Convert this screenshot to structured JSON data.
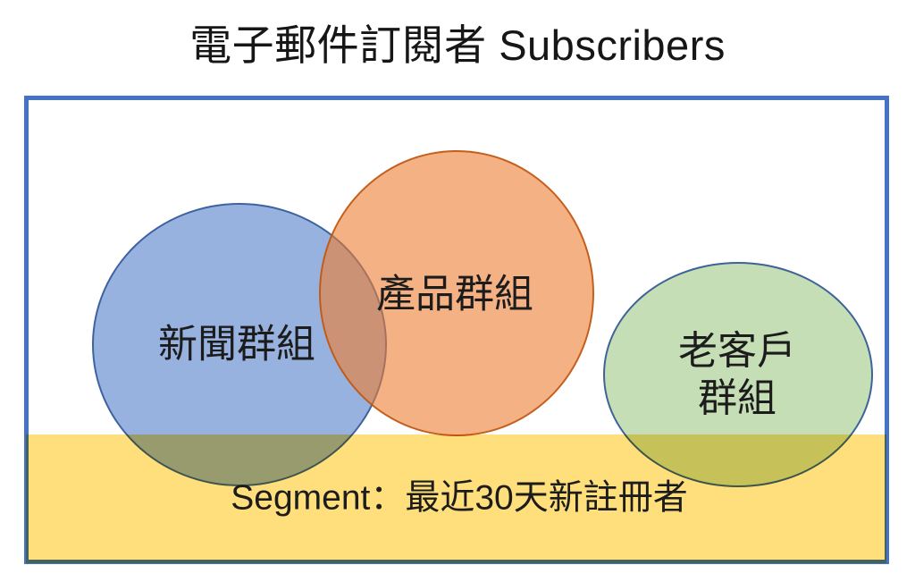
{
  "title": {
    "text": "電子郵件訂閱者 Subscribers"
  },
  "venn": {
    "container": {
      "name": "subscribers-box",
      "border_color": "#4472C4",
      "background": "#ffffff"
    },
    "sets": [
      {
        "label": "新聞群組",
        "fill": "#4472C4",
        "fill_opacity": 0.55,
        "border": "#2F5597",
        "shape": "circle"
      },
      {
        "label": "產品群組",
        "fill": "#ED7D31",
        "fill_opacity": 0.6,
        "border": "#BF5712",
        "shape": "circle"
      },
      {
        "label_lines": [
          "老客戶",
          "群組"
        ],
        "fill": "#70AD47",
        "fill_opacity": 0.4,
        "border": "#2F5597",
        "shape": "ellipse"
      }
    ],
    "segment": {
      "label": "Segment：最近30天新註冊者",
      "fill": "#FFD966",
      "blend": "multiply"
    }
  },
  "colors": {
    "title_text": "#161616",
    "label_text": "#1c1c1c",
    "box_border": "#4472C4",
    "band_fill": "#FFD966"
  }
}
